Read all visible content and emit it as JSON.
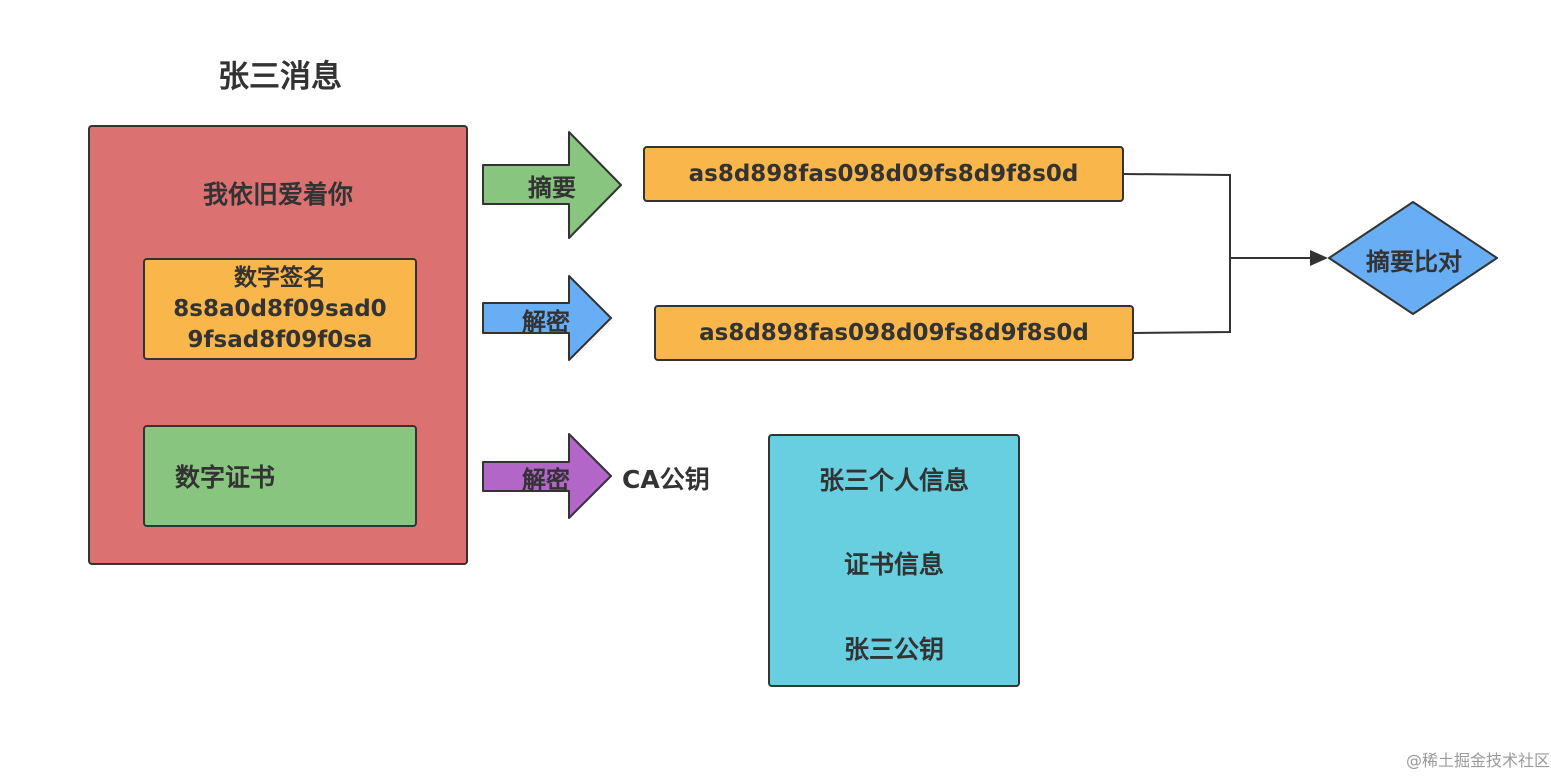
{
  "title": "张三消息",
  "message": {
    "text": "我依旧爱着你",
    "signature": {
      "heading": "数字签名",
      "line1": "8s8a0d8f09sad0",
      "line2": "9fsad8f09f0sa"
    },
    "certificate": "数字证书"
  },
  "arrows": {
    "digest": "摘要",
    "decrypt_signature": "解密",
    "decrypt_certificate": "解密"
  },
  "hashes": {
    "computed": "as8d898fas098d09fs8d9f8s0d",
    "decrypted": "as8d898fas098d09fs8d9f8s0d"
  },
  "compare": "摘要比对",
  "ca_public_key": "CA公钥",
  "certificate_info": {
    "line1": "张三个人信息",
    "line2": "证书信息",
    "line3": "张三公钥"
  },
  "watermark": "@稀土掘金技术社区",
  "colors": {
    "message_box": "#dc7171",
    "signature_box": "#f8b64b",
    "certificate_box": "#88c57f",
    "hash_box": "#f8b64b",
    "info_box": "#67cfe0",
    "digest_arrow": "#88c57f",
    "decrypt_arrow_1": "#67aef5",
    "decrypt_arrow_2": "#b266c8",
    "compare_diamond": "#67aef5"
  }
}
